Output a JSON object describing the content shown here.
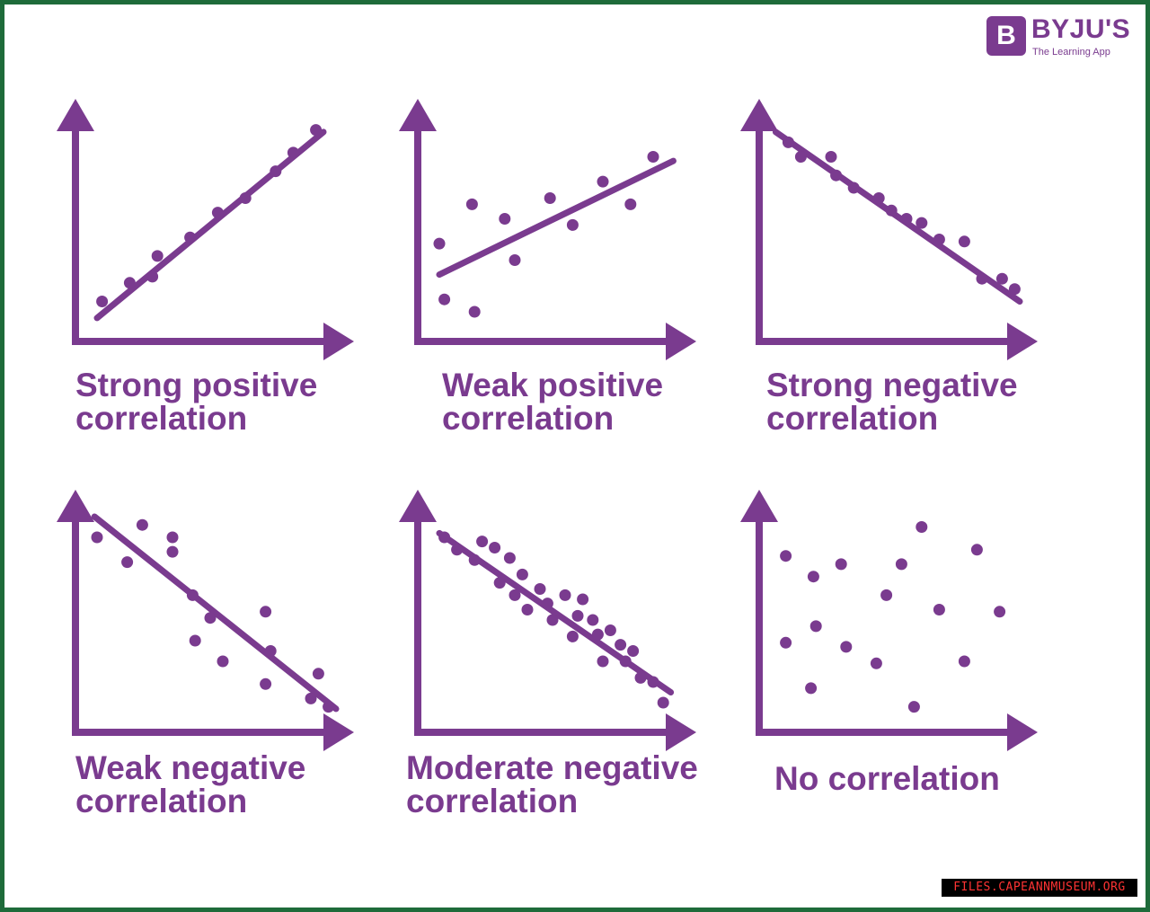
{
  "logo": {
    "mark": "B",
    "name": "BYJU'S",
    "tagline": "The Learning App"
  },
  "source_tag": "FILES.CAPEANNMUSEUM.ORG",
  "colors": {
    "accent": "#7a3b8f",
    "border": "#1e6b3a"
  },
  "chart_data": [
    {
      "type": "scatter",
      "title": "Strong positive\ncorrelation",
      "xlim": [
        0,
        10
      ],
      "ylim": [
        0,
        10
      ],
      "points": [
        [
          0.7,
          1.5
        ],
        [
          1.8,
          2.4
        ],
        [
          2.7,
          2.7
        ],
        [
          2.9,
          3.7
        ],
        [
          4.2,
          4.6
        ],
        [
          5.3,
          5.8
        ],
        [
          6.4,
          6.5
        ],
        [
          7.6,
          7.8
        ],
        [
          8.3,
          8.7
        ],
        [
          9.2,
          9.8
        ]
      ],
      "trendline": [
        [
          0.5,
          0.7
        ],
        [
          9.5,
          9.7
        ]
      ]
    },
    {
      "type": "scatter",
      "title": "Weak positive\ncorrelation",
      "xlim": [
        0,
        10
      ],
      "ylim": [
        0,
        10
      ],
      "points": [
        [
          0.5,
          4.3
        ],
        [
          0.7,
          1.6
        ],
        [
          1.8,
          6.2
        ],
        [
          1.9,
          1.0
        ],
        [
          3.1,
          5.5
        ],
        [
          3.5,
          3.5
        ],
        [
          4.9,
          6.5
        ],
        [
          5.8,
          5.2
        ],
        [
          7.0,
          7.3
        ],
        [
          8.1,
          6.2
        ],
        [
          9.0,
          8.5
        ]
      ],
      "trendline": [
        [
          0.5,
          2.8
        ],
        [
          9.8,
          8.3
        ]
      ]
    },
    {
      "type": "scatter",
      "title": "Strong negative\ncorrelation",
      "xlim": [
        0,
        10
      ],
      "ylim": [
        0,
        10
      ],
      "points": [
        [
          0.8,
          9.2
        ],
        [
          1.3,
          8.5
        ],
        [
          2.5,
          8.5
        ],
        [
          2.7,
          7.6
        ],
        [
          3.4,
          7.0
        ],
        [
          4.4,
          6.5
        ],
        [
          4.9,
          5.9
        ],
        [
          5.5,
          5.5
        ],
        [
          6.1,
          5.3
        ],
        [
          6.8,
          4.5
        ],
        [
          7.8,
          4.4
        ],
        [
          8.5,
          2.6
        ],
        [
          9.3,
          2.6
        ],
        [
          9.8,
          2.1
        ]
      ],
      "trendline": [
        [
          0.3,
          9.7
        ],
        [
          10,
          1.5
        ]
      ]
    },
    {
      "type": "scatter",
      "title": "Weak negative\ncorrelation",
      "xlim": [
        0,
        10
      ],
      "ylim": [
        0,
        10
      ],
      "points": [
        [
          0.5,
          9.0
        ],
        [
          1.7,
          7.8
        ],
        [
          2.3,
          9.6
        ],
        [
          3.5,
          9.0
        ],
        [
          3.5,
          8.3
        ],
        [
          4.3,
          6.2
        ],
        [
          4.4,
          4.0
        ],
        [
          5.0,
          5.1
        ],
        [
          5.5,
          3.0
        ],
        [
          7.2,
          5.4
        ],
        [
          7.2,
          1.9
        ],
        [
          7.4,
          3.5
        ],
        [
          9.0,
          1.2
        ],
        [
          9.3,
          2.4
        ],
        [
          9.7,
          0.8
        ]
      ],
      "trendline": [
        [
          0.4,
          10
        ],
        [
          10,
          0.7
        ]
      ]
    },
    {
      "type": "scatter",
      "title": "Moderate negative\ncorrelation",
      "xlim": [
        0,
        10
      ],
      "ylim": [
        0,
        10
      ],
      "points": [
        [
          0.7,
          9.0
        ],
        [
          1.2,
          8.4
        ],
        [
          1.9,
          7.9
        ],
        [
          2.2,
          8.8
        ],
        [
          2.7,
          8.5
        ],
        [
          2.9,
          6.8
        ],
        [
          3.3,
          8.0
        ],
        [
          3.5,
          6.2
        ],
        [
          3.8,
          7.2
        ],
        [
          4.0,
          5.5
        ],
        [
          4.5,
          6.5
        ],
        [
          4.8,
          5.8
        ],
        [
          5.0,
          5.0
        ],
        [
          5.5,
          6.2
        ],
        [
          5.8,
          4.2
        ],
        [
          6.0,
          5.2
        ],
        [
          6.2,
          6.0
        ],
        [
          6.6,
          5.0
        ],
        [
          6.8,
          4.3
        ],
        [
          7.0,
          3.0
        ],
        [
          7.3,
          4.5
        ],
        [
          7.7,
          3.8
        ],
        [
          7.9,
          3.0
        ],
        [
          8.2,
          3.5
        ],
        [
          8.5,
          2.2
        ],
        [
          9.0,
          2.0
        ],
        [
          9.4,
          1.0
        ]
      ],
      "trendline": [
        [
          0.5,
          9.2
        ],
        [
          9.7,
          1.5
        ]
      ]
    },
    {
      "type": "scatter",
      "title": "No correlation",
      "xlim": [
        0,
        10
      ],
      "ylim": [
        0,
        10
      ],
      "points": [
        [
          0.7,
          8.1
        ],
        [
          0.7,
          3.9
        ],
        [
          1.7,
          1.7
        ],
        [
          1.8,
          7.1
        ],
        [
          1.9,
          4.7
        ],
        [
          2.9,
          7.7
        ],
        [
          3.1,
          3.7
        ],
        [
          4.3,
          2.9
        ],
        [
          4.7,
          6.2
        ],
        [
          5.3,
          7.7
        ],
        [
          5.8,
          0.8
        ],
        [
          6.1,
          9.5
        ],
        [
          6.8,
          5.5
        ],
        [
          7.8,
          3.0
        ],
        [
          8.3,
          8.4
        ],
        [
          9.2,
          5.4
        ]
      ],
      "trendline": []
    }
  ]
}
